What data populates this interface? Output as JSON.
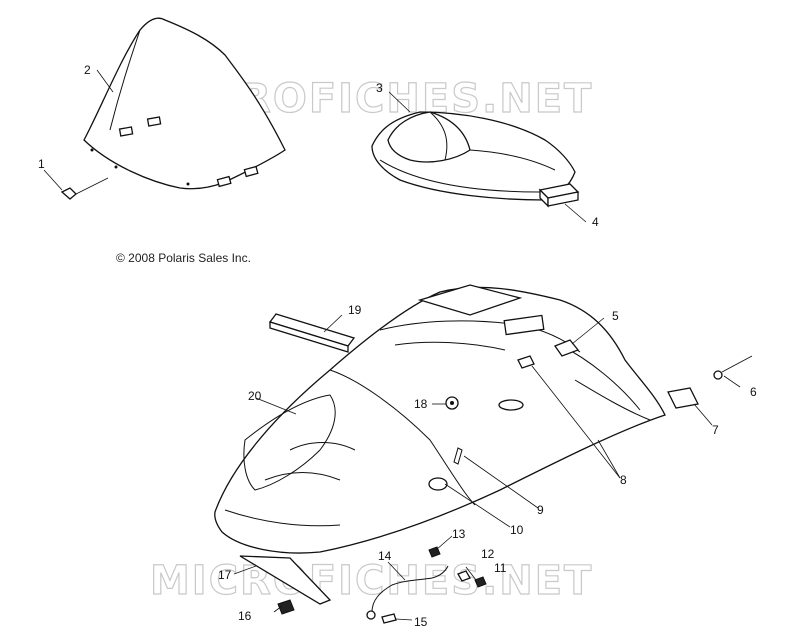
{
  "copyright": "© 2008 Polaris Sales Inc.",
  "watermarks": [
    "MICROFICHES.NET",
    "MICROFICHES.NET"
  ],
  "callouts": [
    {
      "id": "c1",
      "text": "1"
    },
    {
      "id": "c2",
      "text": "2"
    },
    {
      "id": "c3",
      "text": "3"
    },
    {
      "id": "c4",
      "text": "4"
    },
    {
      "id": "c5",
      "text": "5"
    },
    {
      "id": "c6",
      "text": "6"
    },
    {
      "id": "c7",
      "text": "7"
    },
    {
      "id": "c8",
      "text": "8"
    },
    {
      "id": "c9",
      "text": "9"
    },
    {
      "id": "c10",
      "text": "10"
    },
    {
      "id": "c11",
      "text": "11"
    },
    {
      "id": "c12",
      "text": "12"
    },
    {
      "id": "c13",
      "text": "13"
    },
    {
      "id": "c14",
      "text": "14"
    },
    {
      "id": "c15",
      "text": "15"
    },
    {
      "id": "c16",
      "text": "16"
    },
    {
      "id": "c17",
      "text": "17"
    },
    {
      "id": "c18",
      "text": "18"
    },
    {
      "id": "c19",
      "text": "19"
    },
    {
      "id": "c20",
      "text": "20"
    }
  ]
}
